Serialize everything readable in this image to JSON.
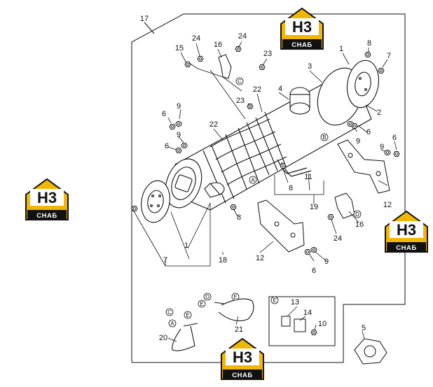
{
  "diagram": {
    "callouts": {
      "frame": "17",
      "bolt_top_a": "24",
      "bolt_top_b": "24",
      "bracket_16_top": "16",
      "stud_15": "15",
      "bolt_23_top": "23",
      "bolt_23_mid": "23",
      "shield_22_upper": "22",
      "shield_22_left": "22",
      "ring_3": "3",
      "cap_4": "4",
      "flange_1_right": "1",
      "bolt_8_right": "8",
      "bolt_7_right": "7",
      "body_2": "2",
      "nut_6_left_a": "6",
      "washer_9_left_a": "9",
      "washer_9_left_b": "9",
      "nut_6_left_b": "6",
      "nut_6_right_a": "6",
      "washer_9_right_a": "9",
      "washer_9_right_b": "9",
      "nut_6_right_b": "6",
      "bracket_12_right": "12",
      "bolt_8_center": "8",
      "pipe_11": "11",
      "group_19": "19",
      "bracket_16_right": "16",
      "bolt_24_right": "24",
      "bolt_8_lower": "8",
      "flange_1_left": "1",
      "bolt_7_left": "7",
      "assembly_18": "18",
      "bracket_12_lower": "12",
      "nut_6_lower": "6",
      "washer_9_lower": "9",
      "gasket_5": "5",
      "clip_13": "13",
      "clamp_14": "14",
      "bolt_10": "10",
      "hose_21": "21",
      "hose_20": "20"
    },
    "reference_letters": {
      "c_top": "C",
      "b_right": "B",
      "a_center": "A",
      "d_right": "D",
      "c_left": "C",
      "a_left": "A",
      "e_left": "E",
      "d_mid": "D",
      "e_mid_a": "E",
      "e_mid_b": "E",
      "e_inset": "E"
    }
  },
  "watermark": {
    "logo_letters": "H3",
    "logo_caption": "CHAБ",
    "brand_color": "#f2b705"
  }
}
